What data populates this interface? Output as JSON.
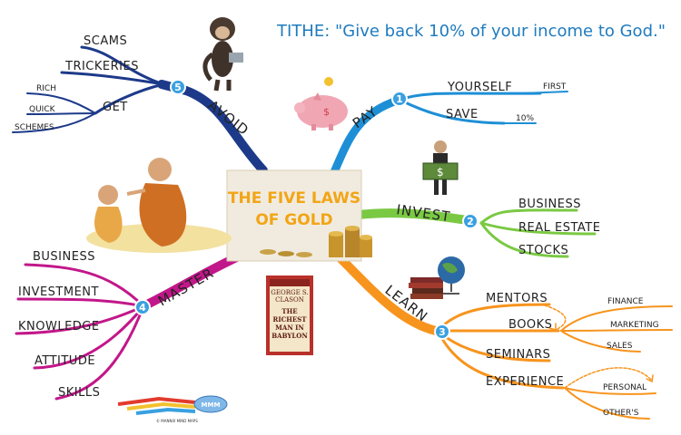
{
  "title": "TITHE: \"Give back 10% of your income to God.\"",
  "center": {
    "line1": "THE FIVE LAWS",
    "line2": "OF GOLD"
  },
  "book": {
    "author_line1": "GEORGE S.",
    "author_line2": "CLASON",
    "title_line1": "THE",
    "title_line2": "RICHEST",
    "title_line3": "MAN IN",
    "title_line4": "BABYLON"
  },
  "branches": {
    "pay": {
      "number": "1",
      "label": "PAY",
      "color": "#1e8fd6",
      "items": {
        "yourself": "YOURSELF",
        "first": "FIRST",
        "save": "SAVE",
        "ten_pct": "10%"
      }
    },
    "invest": {
      "number": "2",
      "label": "INVEST",
      "color": "#7ac943",
      "items": [
        "BUSINESS",
        "REAL ESTATE",
        "STOCKS"
      ]
    },
    "learn": {
      "number": "3",
      "label": "LEARN",
      "color": "#f7941d",
      "items": {
        "mentors": "MENTORS",
        "books": "BOOKS",
        "finance": "FINANCE",
        "marketing": "MARKETING",
        "sales": "SALES",
        "seminars": "SEMINARS",
        "experience": "EXPERIENCE",
        "personal": "PERSONAL",
        "others": "OTHER'S"
      }
    },
    "master": {
      "number": "4",
      "label": "MASTER",
      "color": "#c2178a",
      "items": [
        "BUSINESS",
        "INVESTMENT",
        "KNOWLEDGE",
        "ATTITUDE",
        "SKILLS"
      ]
    },
    "avoid": {
      "number": "5",
      "label": "AVOID",
      "color": "#1d3a8a",
      "items": {
        "scams": "SCAMS",
        "trickeries": "TRICKERIES",
        "get": "GET",
        "rich": "RICH",
        "quick": "QUICK",
        "schemes": "SCHEMES"
      }
    }
  },
  "logo": {
    "badge": "MMM",
    "credit": "© MANNIX MIND MAPS"
  }
}
